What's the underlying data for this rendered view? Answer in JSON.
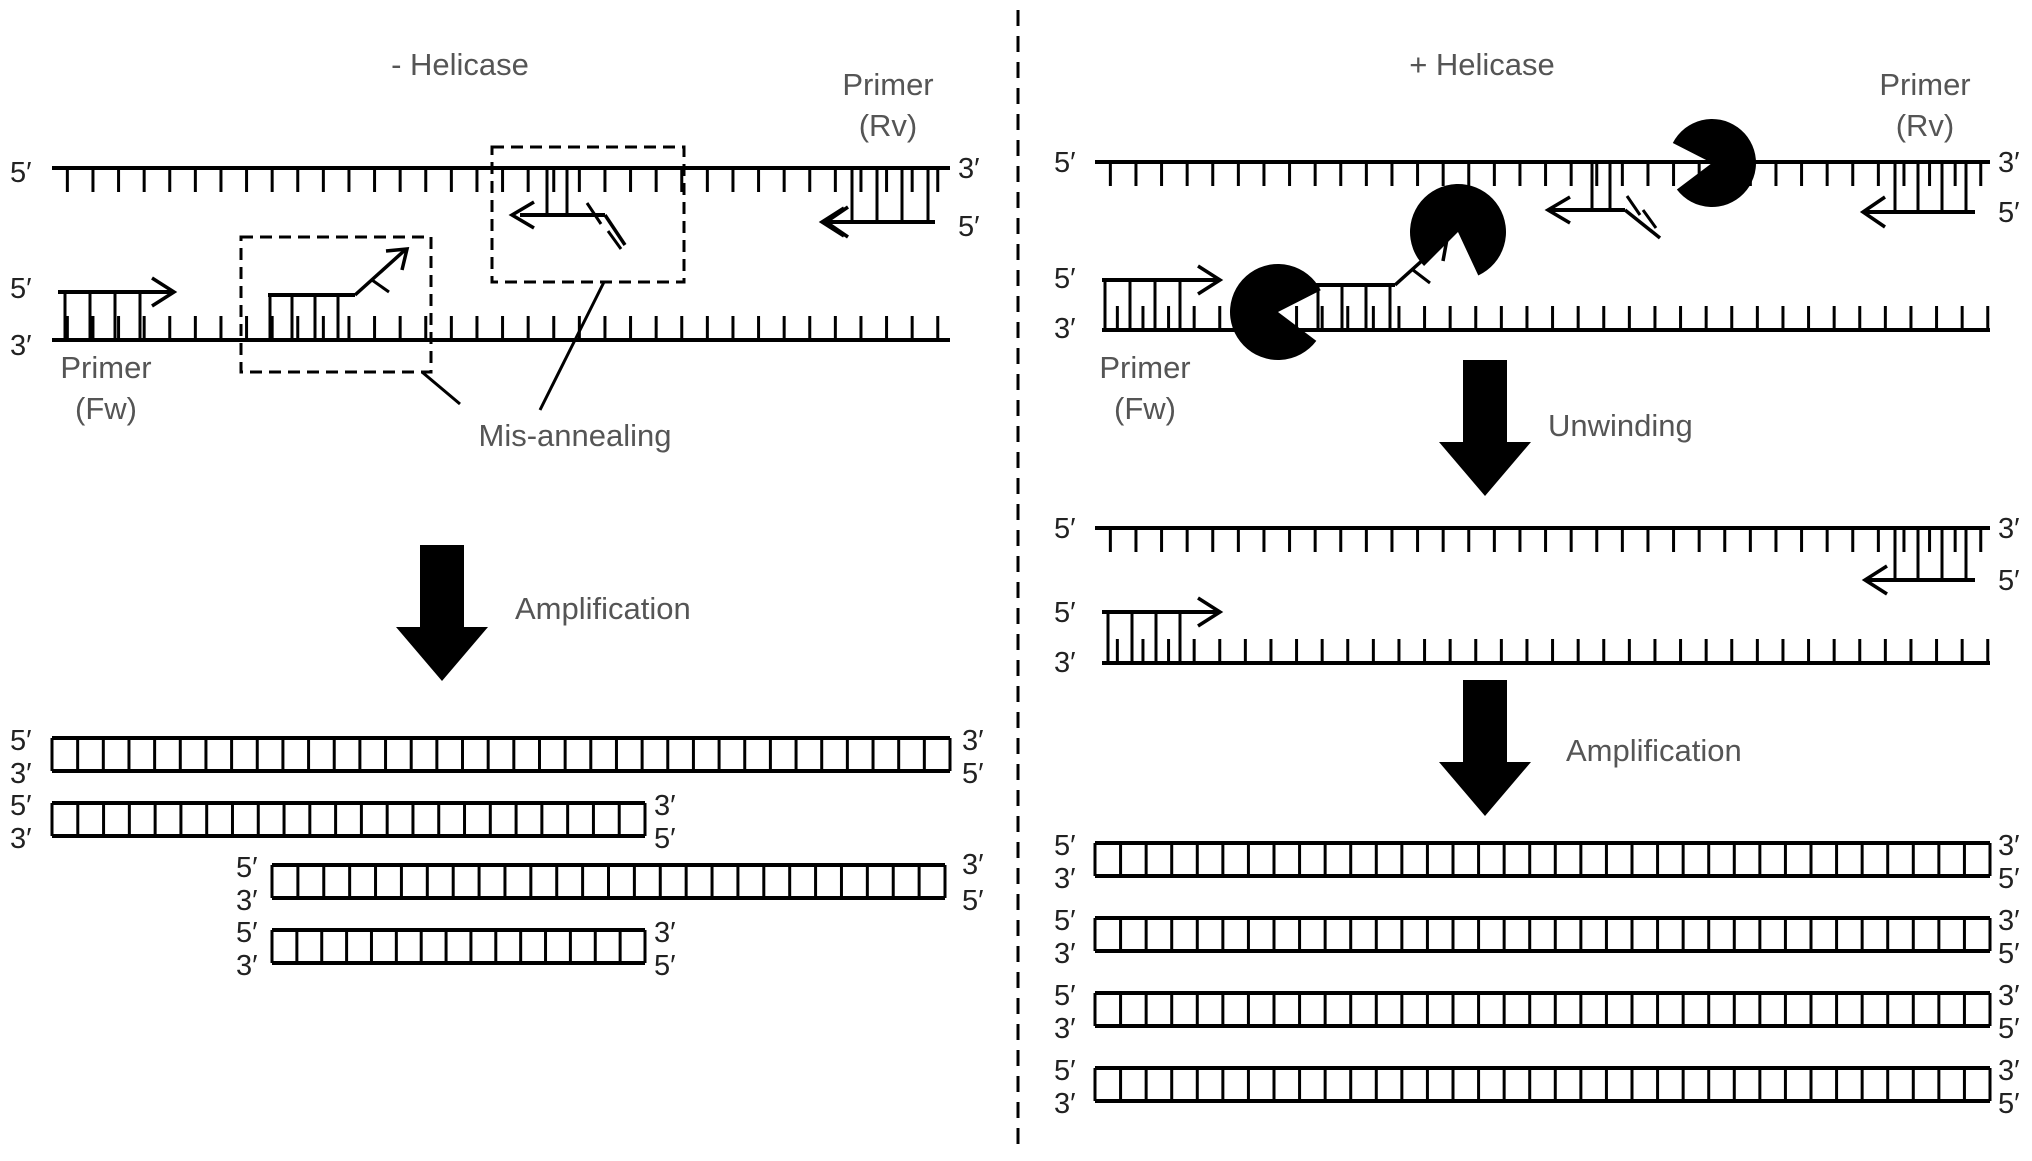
{
  "left_panel": {
    "title": "- Helicase",
    "primer_rv": [
      "Primer",
      "(Rv)"
    ],
    "primer_fw": [
      "Primer",
      "(Fw)"
    ],
    "mis_annealing": "Mis-annealing",
    "amplification": "Amplification"
  },
  "right_panel": {
    "title": "+ Helicase",
    "primer_rv": [
      "Primer",
      "(Rv)"
    ],
    "primer_fw": [
      "Primer",
      "(Fw)"
    ],
    "unwinding": "Unwinding",
    "amplification": "Amplification"
  },
  "strand_end": {
    "five": "5′",
    "three": "3′"
  }
}
